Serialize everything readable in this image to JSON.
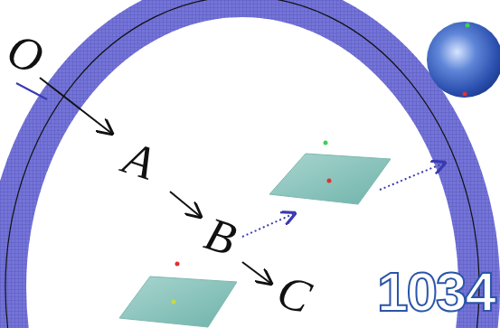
{
  "diagram": {
    "labels": [
      "O",
      "A",
      "B",
      "C",
      "1034"
    ]
  }
}
